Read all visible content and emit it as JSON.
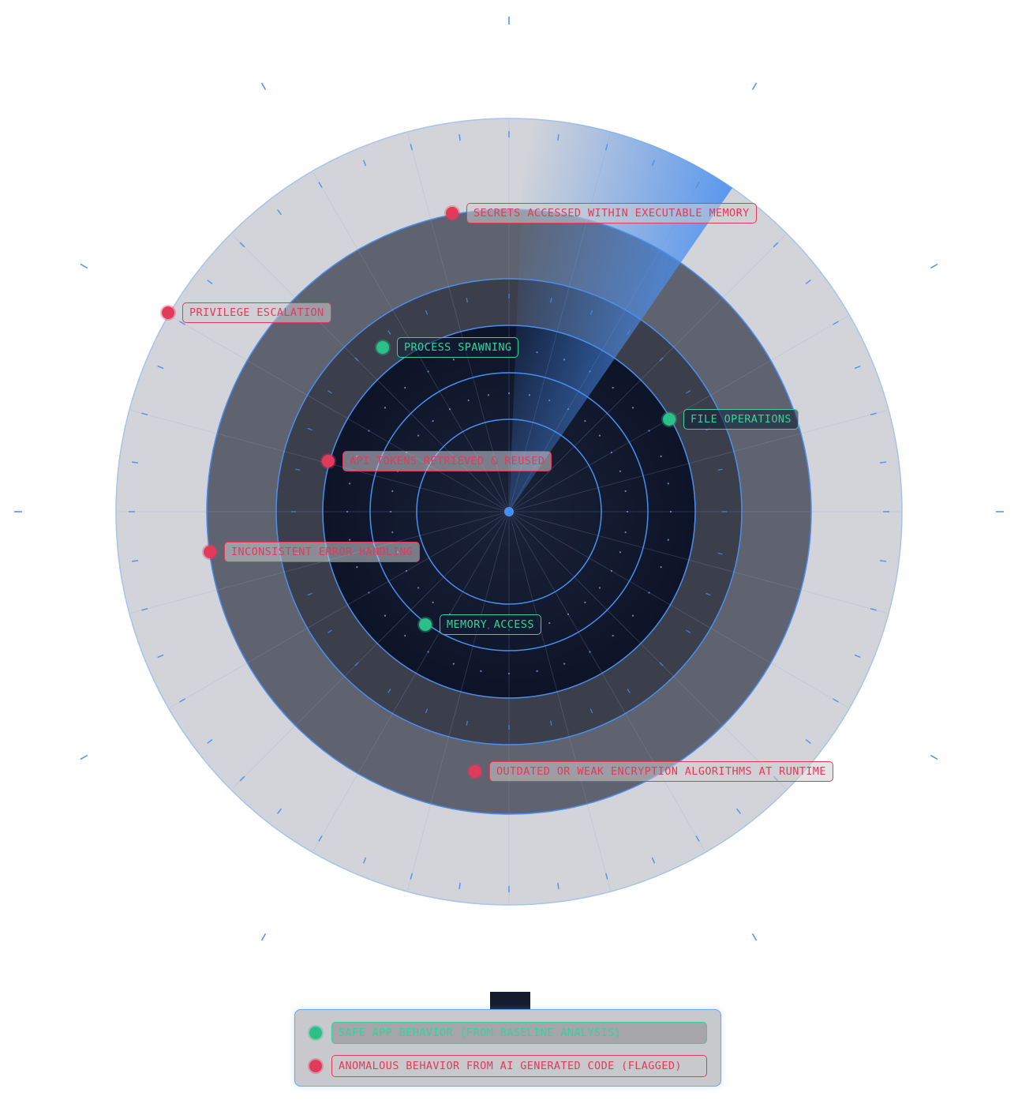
{
  "behaviors": [
    {
      "id": "secrets",
      "label": "SECRETS ACCESSED WITHIN EXECUTABLE MEMORY",
      "status": "flagged"
    },
    {
      "id": "privilege",
      "label": "PRIVILEGE ESCALATION",
      "status": "flagged"
    },
    {
      "id": "process",
      "label": "PROCESS SPAWNING",
      "status": "safe"
    },
    {
      "id": "file",
      "label": "FILE OPERATIONS",
      "status": "safe"
    },
    {
      "id": "api",
      "label": "API TOKENS RETRIEVED & REUSED",
      "status": "flagged"
    },
    {
      "id": "error",
      "label": "INCONSISTENT ERROR HANDLING",
      "status": "flagged"
    },
    {
      "id": "memory",
      "label": "MEMORY ACCESS",
      "status": "safe"
    },
    {
      "id": "encryption",
      "label": "OUTDATED OR WEAK ENCRYPTION ALGORITHMS AT RUNTIME",
      "status": "flagged"
    }
  ],
  "caption": {
    "title": "",
    "subtitle": ""
  },
  "legend": {
    "safe_label": "SAFE APP BEHAVIOR (FROM BASELINE ANALYSIS)",
    "flagged_label": "ANOMALOUS BEHAVIOR FROM AI GENERATED CODE (FLAGGED)"
  },
  "colors": {
    "safe": "#34d39a",
    "flagged": "#e23a5b",
    "accent": "#4a8ff0",
    "core": "#0d1428"
  }
}
